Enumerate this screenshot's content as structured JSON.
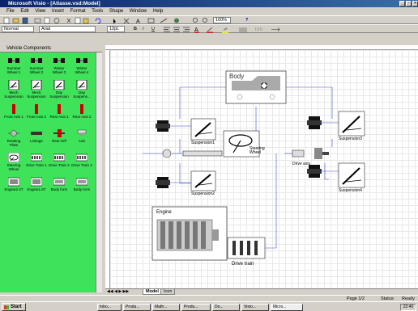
{
  "window": {
    "title": "Microsoft Visio - [Atlasse.vsd:Model]",
    "min": "_",
    "max": "▫",
    "close": "×"
  },
  "menu": [
    "File",
    "Edit",
    "View",
    "Insert",
    "Format",
    "Tools",
    "Shape",
    "Window",
    "Help"
  ],
  "toolbar": {
    "zoom": "100%",
    "help": "?"
  },
  "format": {
    "style": "Normal",
    "font": "Arial",
    "size": "12pt.",
    "bold": "B",
    "italic": "I",
    "underline": "U"
  },
  "stencil": {
    "title": "Vehicle Components",
    "rows": [
      [
        "Summer Wheel 1",
        "Summer Wheel 2",
        "Winter Wheel 3",
        "Winter Wheel 4"
      ],
      [
        "Mech Suspension",
        "Mech Suspension",
        "Day Suspension",
        "Day Suspens..."
      ],
      [
        "Front Axis 1",
        "Front Axis 2",
        "Rear Axis 1",
        "Rear Axis 2"
      ],
      [
        "Rotating Plate",
        "Linkage",
        "Rear Diff",
        "Axis"
      ],
      [
        "Steering Wheel",
        "Drive Train 1",
        "Drive Train 2",
        "Drive Train 3"
      ],
      [
        "Engine2.4T",
        "Engine1.8T",
        "Body form",
        "Body form"
      ]
    ]
  },
  "diagram": {
    "body": "Body",
    "suspension1": "Suspension1",
    "suspension2": "Suspension2",
    "suspension3": "Suspension3",
    "suspension4": "Suspension4",
    "steering": "Steering Wheel",
    "drive_axis": "Drive axis",
    "engine": "Engine",
    "drive_train": "Drive train"
  },
  "tabs": {
    "model": "Model",
    "icon": "Icon"
  },
  "status": {
    "page": "Page 1/2",
    "label": "Status:",
    "value": "Ready"
  },
  "taskbar": {
    "start": "Start",
    "tasks": [
      "Inbo...",
      "Produ...",
      "Math...",
      "Produ...",
      "Do...",
      "Visio...",
      "Micro..."
    ],
    "clock": "22:40"
  }
}
